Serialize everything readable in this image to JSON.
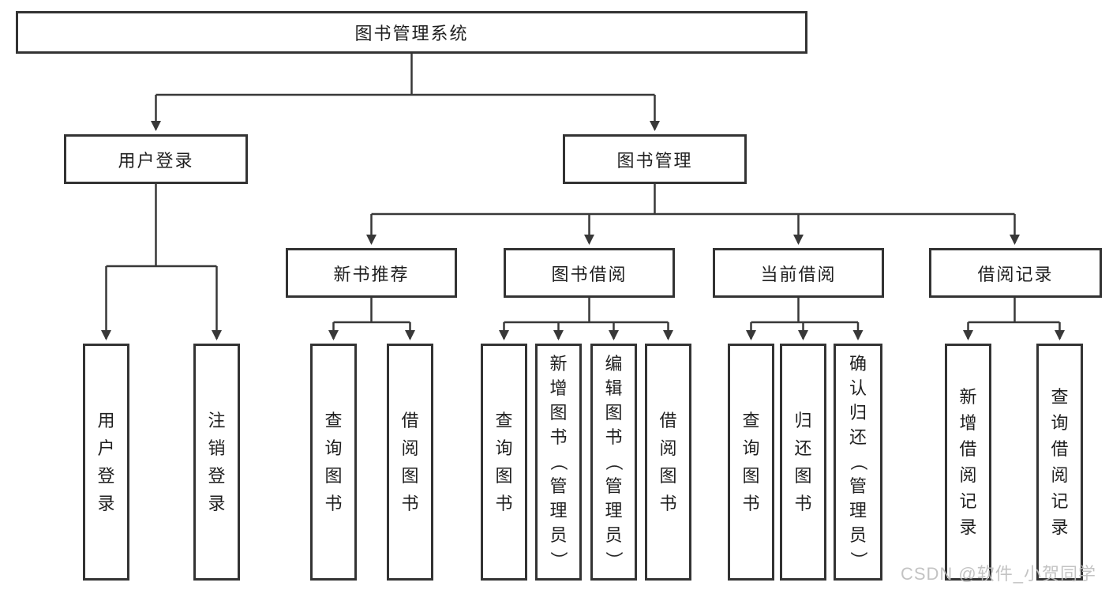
{
  "title": "图书管理系统",
  "watermark": "CSDN @软件_小贺同学",
  "colors": {
    "line": "#383838",
    "box_border": "#333333",
    "text": "#1f1f1f",
    "background": "#ffffff",
    "watermark": "#bebebe"
  },
  "nodes": {
    "root": "图书管理系统",
    "userLogin": "用户登录",
    "bookManagement": "图书管理",
    "newBookRecommend": "新书推荐",
    "bookBorrowing": "图书借阅",
    "currentBorrowing": "当前借阅",
    "borrowingRecords": "借阅记录",
    "leafUserLogin": "用户登录",
    "leafLogout": "注销登录",
    "leafQueryBooks1": "查询图书",
    "leafBorrowBooks1": "借阅图书",
    "leafQueryBooks2": "查询图书",
    "leafAddBooksAdmin": "新增图书（管理员）",
    "leafEditBooksAdmin": "编辑图书（管理员）",
    "leafBorrowBooks2": "借阅图书",
    "leafQueryBooks3": "查询图书",
    "leafReturnBooks": "归还图书",
    "leafConfirmReturnAdmin": "确认归还（管理员）",
    "leafAddBorrowRecord": "新增借阅记录",
    "leafQueryBorrowRecord": "查询借阅记录"
  },
  "structure": {
    "图书管理系统": {
      "用户登录": [
        "用户登录",
        "注销登录"
      ],
      "图书管理": {
        "新书推荐": [
          "查询图书",
          "借阅图书"
        ],
        "图书借阅": [
          "查询图书",
          "新增图书（管理员）",
          "编辑图书（管理员）",
          "借阅图书"
        ],
        "当前借阅": [
          "查询图书",
          "归还图书",
          "确认归还（管理员）"
        ],
        "借阅记录": [
          "新增借阅记录",
          "查询借阅记录"
        ]
      }
    }
  }
}
